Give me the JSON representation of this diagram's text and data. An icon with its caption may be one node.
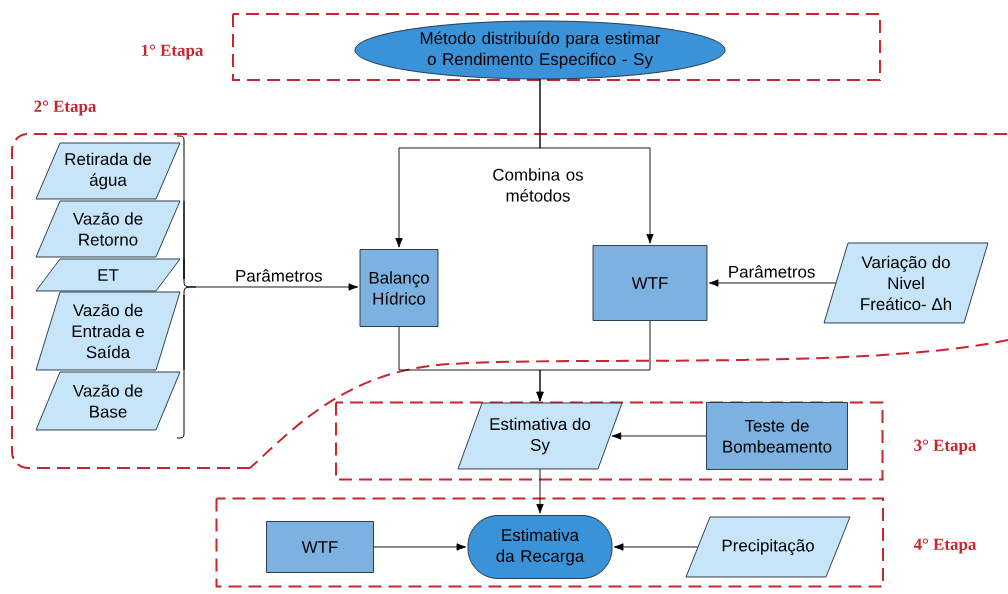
{
  "diagram": {
    "nodes": [
      {
        "text": [
          "1° Etapa"
        ]
      },
      {
        "text": [
          "Método distribuído para estimar o Rendimento Especifico - Sy"
        ],
        "in": 0
      },
      {
        "text": [
          "Retirada de água"
        ]
      },
      {
        "text": [
          "Vazão de Retorno"
        ]
      },
      {
        "text": [
          "ET"
        ]
      },
      {
        "text": [
          "Vazão de Entrada e Saída"
        ]
      },
      {
        "text": [
          "Vazão de Base"
        ]
      },
      {
        "text": [
          "Balanço Hídrico"
        ]
      },
      {
        "text": [
          "WTF"
        ]
      },
      {
        "text": [
          "Variação do Nivel Freático- Δh"
        ]
      },
      {
        "text": [
          "3° Etapa"
        ]
      },
      {
        "text": [
          "Estimativa do Sy"
        ],
        "in": 10
      },
      {
        "text": [
          "Teste de Bombeamento"
        ],
        "in": 10
      },
      {
        "text": [
          "4° Etapa"
        ]
      },
      {
        "text": [
          "WTF"
        ],
        "in": 13
      },
      {
        "text": [
          "Estimativa da Recarga"
        ],
        "in": 13
      },
      {
        "text": [
          "Precipitação"
        ],
        "in": 13
      }
    ],
    "edges": [
      {
        "from": 2,
        "to": 7,
        "arrow": "to"
      },
      {
        "from": 3,
        "to": 7,
        "arrow": "to"
      },
      {
        "from": 4,
        "to": 7,
        "arrow": "to",
        "label": "Parâmetros"
      },
      {
        "from": 5,
        "to": 7,
        "arrow": "to"
      },
      {
        "from": 6,
        "to": 7,
        "arrow": "to"
      },
      {
        "from": 1,
        "to": 7,
        "arrow": "to"
      },
      {
        "from": 1,
        "to": 8,
        "arrow": "to"
      },
      {
        "from": 9,
        "to": 8,
        "arrow": "to",
        "label": "Parâmetros"
      },
      {
        "from": 7,
        "to": 11,
        "arrow": "to"
      },
      {
        "from": 8,
        "to": 11,
        "arrow": "to"
      },
      {
        "from": 12,
        "to": 11,
        "arrow": "to"
      },
      {
        "from": 11,
        "to": 15,
        "arrow": "to"
      },
      {
        "from": 14,
        "to": 15,
        "arrow": "to"
      },
      {
        "from": 16,
        "to": 15,
        "arrow": "to"
      }
    ],
    "labels": [
      "2° Etapa",
      "Combina os métodos"
    ]
  }
}
